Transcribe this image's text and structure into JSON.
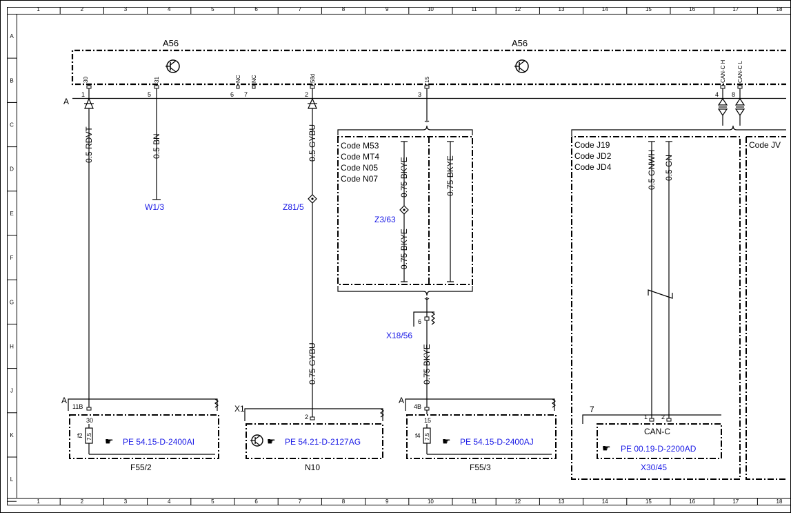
{
  "grid": {
    "columns": [
      "1",
      "2",
      "3",
      "4",
      "5",
      "6",
      "7",
      "8",
      "9",
      "10",
      "11",
      "12",
      "13",
      "14",
      "15",
      "16",
      "17",
      "18"
    ],
    "rows": [
      "A",
      "B",
      "C",
      "D",
      "E",
      "F",
      "G",
      "H",
      "J",
      "K",
      "L"
    ]
  },
  "module": {
    "name_left": "A56",
    "name_right": "A56",
    "connector": "A",
    "pins": [
      {
        "label": "30",
        "num": "1"
      },
      {
        "label": "31",
        "num": "5"
      },
      {
        "label": "NC",
        "num": "6"
      },
      {
        "label": "NC",
        "num": "7"
      },
      {
        "label": "58d",
        "num": "2"
      },
      {
        "label": "15",
        "num": "3"
      },
      {
        "label": "CAN-C H",
        "num": "4"
      },
      {
        "label": "CAN-C L",
        "num": "8"
      }
    ]
  },
  "wires": {
    "w1": "0.5 RDVT",
    "w2": "0.5 BN",
    "w3": "0.5 GYBU",
    "w3b": "0.75 GYBU",
    "w4a": "0.75 BKYE",
    "w4b": "0.75 BKYE",
    "w4c": "0.75 BKYE",
    "w4d": "0.75 BKYE",
    "w5": "0.5 GNWH",
    "w6": "0.5 GN"
  },
  "refs": {
    "w13": "W1/3",
    "z815": "Z81/5",
    "z363": "Z3/63",
    "x1856": "X18/56",
    "x3045": "X30/45"
  },
  "codes": {
    "group1": [
      "Code M53",
      "Code MT4",
      "Code N05",
      "Code N07"
    ],
    "group2": [
      "Code J19",
      "Code JD2",
      "Code JD4"
    ],
    "group3": "Code JV"
  },
  "components": {
    "f552": {
      "conn": "A",
      "pin": "11B",
      "fuse": "f2",
      "fuse_pin": "30",
      "rating": "7.5",
      "ref": "PE 54.15-D-2400AI",
      "name": "F55/2"
    },
    "n10": {
      "conn": "X1",
      "pin": "2",
      "ref": "PE 54.21-D-2127AG",
      "name": "N10"
    },
    "f553": {
      "conn": "A",
      "pin": "4B",
      "fuse": "f4",
      "fuse_pin": "15",
      "rating": "7.5",
      "ref": "PE 54.15-D-2400AJ",
      "name": "F55/3"
    },
    "x3045": {
      "conn": "7",
      "pin1": "1",
      "pin2": "2",
      "bus": "CAN-C",
      "ref": "PE 00.19-D-2200AD"
    },
    "x1856": {
      "pin": "6"
    }
  }
}
